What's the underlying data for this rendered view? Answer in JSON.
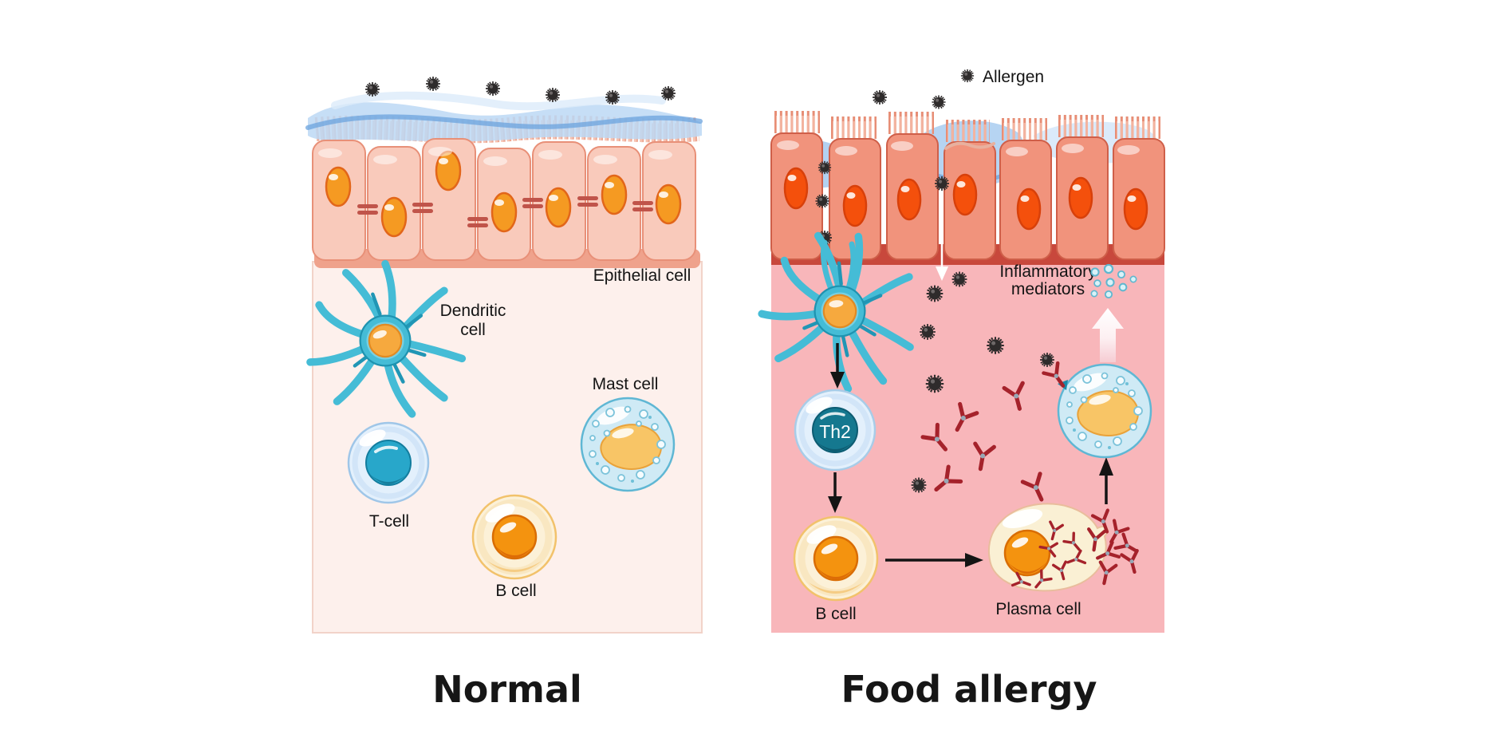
{
  "normal_panel": {
    "title": "Normal",
    "labels": {
      "epithelial_cell": "Epithelial cell",
      "dendritic_cell_line1": "Dendritic",
      "dendritic_cell_line2": "cell",
      "mast_cell": "Mast cell",
      "t_cell": "T-cell",
      "b_cell": "B cell"
    }
  },
  "allergy_panel": {
    "title": "Food allergy",
    "labels": {
      "allergen": "Allergen",
      "inflammatory_mediators_line1": "Inflammatory",
      "inflammatory_mediators_line2": "mediators",
      "th2_cell_nucleus": "Th2",
      "b_cell": "B cell",
      "plasma_cell": "Plasma cell"
    }
  },
  "colors": {
    "normal_panel_bg": "#fdf0ec",
    "normal_panel_border": "#f2d3c9",
    "allergy_panel_bg": "#f8b6ba",
    "epithelial_cell_normal": "#f9cabb",
    "epithelial_border_normal": "#e89078",
    "epithelial_cell_allergy": "#f1937c",
    "epithelial_border_allergy": "#cf5f49",
    "nucleus_normal": "#f59a22",
    "nucleus_allergy": "#f4500c",
    "tight_junction": "#c0544a",
    "mucus_blue": "#a9cdf0",
    "immune_cell_teal": "#45bcd6",
    "t_cell_nucleus": "#28a7ca",
    "th2_nucleus": "#15788f",
    "mast_cell_body": "#cfeaf5",
    "b_cell_body": "#fcf1d8",
    "b_cell_nucleus": "#f4930f",
    "antibody_red": "#a5222b",
    "allergen_black": "#2e2b2b",
    "mediator_teal": "#5fb7cf",
    "text": "#141414"
  }
}
